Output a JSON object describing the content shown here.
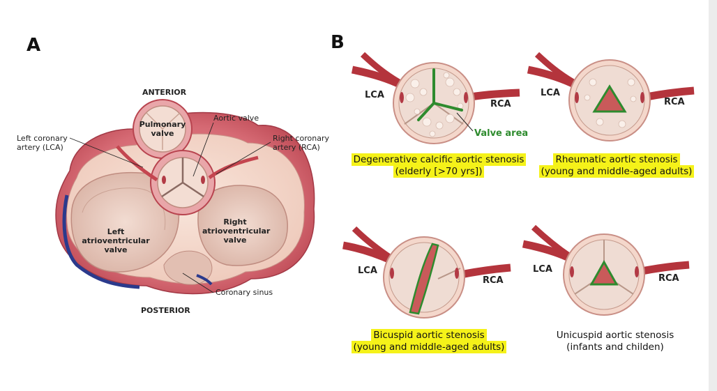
{
  "panel_a": {
    "letter": "A",
    "anterior": "ANTERIOR",
    "posterior": "POSTERIOR",
    "pulmonary_valve": [
      "Pulmonary",
      "valve"
    ],
    "aortic_valve": "Aortic valve",
    "left_coronary": [
      "Left coronary",
      "artery (LCA)"
    ],
    "right_coronary": [
      "Right coronary",
      "artery (RCA)"
    ],
    "left_av_valve": [
      "Left atrioventricular",
      "valve"
    ],
    "right_av_valve": [
      "Right",
      "atrioventricular",
      "valve"
    ],
    "coronary_sinus": "Coronary sinus"
  },
  "panel_b": {
    "letter": "B",
    "valve_area": "Valve area",
    "cells": [
      {
        "lca": "LCA",
        "rca": "RCA",
        "caption": [
          "Degenerative calcific aortic stenosis",
          "(elderly [>70 yrs])"
        ],
        "highlighted": true
      },
      {
        "lca": "LCA",
        "rca": "RCA",
        "caption": [
          "Rheumatic aortic stenosis",
          "(young and middle-aged adults)"
        ],
        "highlighted": true
      },
      {
        "lca": "LCA",
        "rca": "RCA",
        "caption": [
          "Bicuspid aortic stenosis",
          "(young and middle-aged adults)"
        ],
        "highlighted": true
      },
      {
        "lca": "LCA",
        "rca": "RCA",
        "caption": [
          "Unicuspid aortic stenosis",
          "(infants and childen)"
        ],
        "highlighted": false
      }
    ]
  },
  "colors": {
    "highlight": "#f5f219",
    "valve_area_green": "#2e8b2e",
    "tissue_pink": "#f3d5c8",
    "muscle_red": "#c9505a",
    "vessel_red": "#b4343c",
    "vein_blue": "#2b3a8c"
  }
}
